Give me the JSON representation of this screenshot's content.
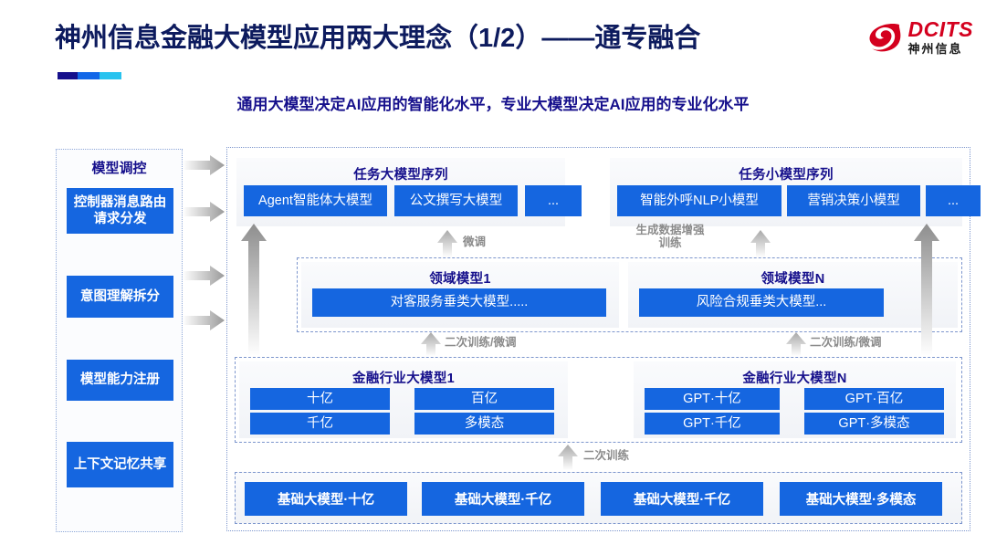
{
  "header": {
    "title": "神州信息金融大模型应用两大理念（1/2）——通专融合",
    "subtitle": "通用大模型决定AI应用的智能化水平，专业大模型决定AI应用的专业化水平",
    "logo_en": "DCITS",
    "logo_cn": "神州信息",
    "accent_navy": "#16108c",
    "accent_blue": "#1566e0",
    "accent_cyan": "#28c3ef",
    "logo_red": "#d4001e"
  },
  "sidebar": {
    "title": "模型调控",
    "items": [
      {
        "label": "控制器消息路由请求分发"
      },
      {
        "label": "意图理解拆分"
      },
      {
        "label": "模型能力注册"
      },
      {
        "label": "上下文记忆共享"
      }
    ]
  },
  "task_big": {
    "title": "任务大模型序列",
    "chips": [
      "Agent智能体大模型",
      "公文撰写大模型",
      "..."
    ]
  },
  "task_small": {
    "title": "任务小模型序列",
    "chips": [
      "智能外呼NLP小模型",
      "营销决策小模型",
      "..."
    ]
  },
  "domain": {
    "panels": [
      {
        "title": "领域模型1",
        "chip": "对客服务垂类大模型....."
      },
      {
        "title": "领域模型N",
        "chip": "风险合规垂类大模型..."
      }
    ]
  },
  "industry": {
    "panels": [
      {
        "title": "金融行业大模型1",
        "chips": [
          "十亿",
          "百亿",
          "千亿",
          "多模态"
        ]
      },
      {
        "title": "金融行业大模型N",
        "chips": [
          "GPT·十亿",
          "GPT·百亿",
          "GPT·千亿",
          "GPT·多模态"
        ]
      }
    ]
  },
  "base": {
    "chips": [
      "基础大模型·十亿",
      "基础大模型·千亿",
      "基础大模型·千亿",
      "基础大模型·多模态"
    ]
  },
  "flow_labels": {
    "finetune": "微调",
    "data_aug": "生成数据增强\n训练",
    "retrain_left": "二次训练/微调",
    "retrain_right": "二次训练/微调",
    "retrain_base": "二次训练"
  }
}
